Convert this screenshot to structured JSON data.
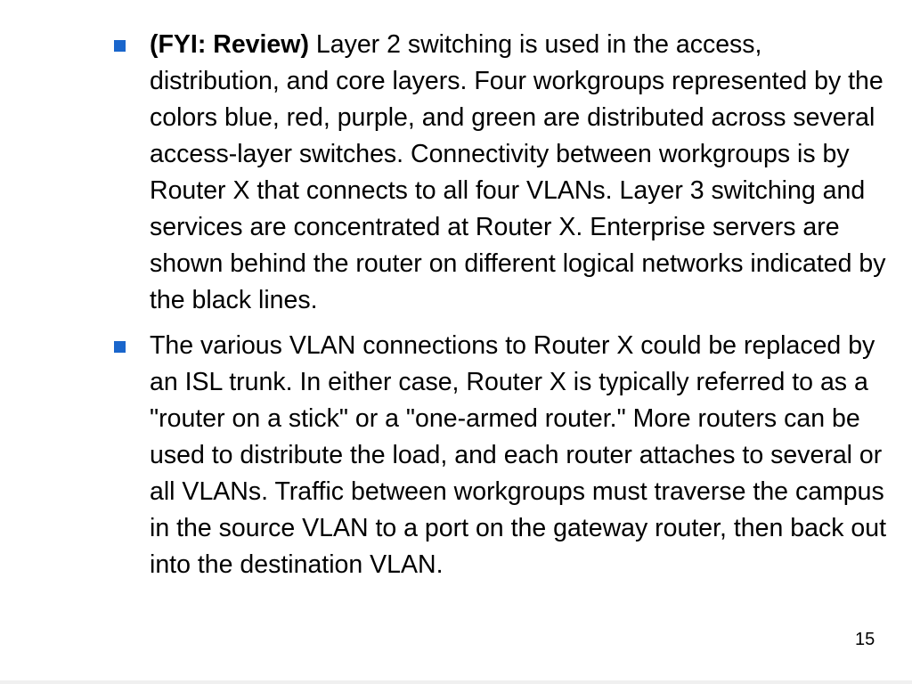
{
  "bullets": [
    {
      "prefix": "(FYI: Review)",
      "text": " Layer 2 switching is used in the access, distribution, and core layers. Four workgroups represented by the colors blue, red, purple, and green are distributed across several access-layer switches. Connectivity between workgroups is by Router X that connects to all four VLANs. Layer 3 switching and services are concentrated at Router X. Enterprise servers are shown behind the router on different logical networks indicated by the black lines."
    },
    {
      "text": "The various VLAN connections to Router X could be replaced by an ISL trunk. In either case, Router X is typically referred to as a \"router on a stick\" or a \"one-armed router.\" More routers can be used to distribute the load, and each router attaches to several or all VLANs. Traffic between workgroups must traverse the campus in the source VLAN to a port on the gateway router, then back out into the destination VLAN."
    }
  ],
  "page_number": "15",
  "colors": {
    "bullet": "#1a66cc",
    "text": "#000000",
    "background": "#ffffff"
  }
}
